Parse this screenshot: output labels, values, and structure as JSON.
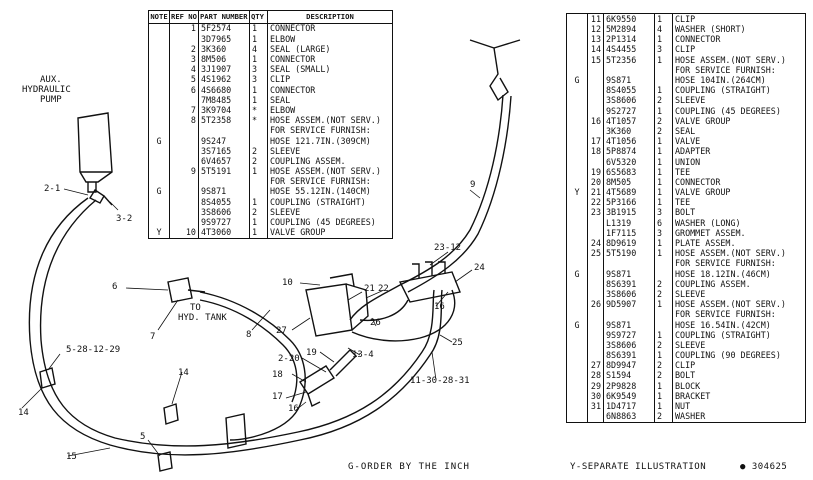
{
  "left_table": {
    "headers": {
      "note": "NOTE",
      "ref": "REF NO",
      "part": "PART NUMBER",
      "qty": "QTY",
      "desc": "DESCRIPTION"
    },
    "rows": [
      {
        "note": "",
        "ref": "1",
        "part": "5F2574",
        "qty": "1",
        "desc": "CONNECTOR"
      },
      {
        "note": "",
        "ref": "",
        "part": "3D7965",
        "qty": "1",
        "desc": "ELBOW"
      },
      {
        "note": "",
        "ref": "2",
        "part": "3K360",
        "qty": "4",
        "desc": "SEAL   (LARGE)"
      },
      {
        "note": "",
        "ref": "3",
        "part": "8M506",
        "qty": "1",
        "desc": "CONNECTOR"
      },
      {
        "note": "",
        "ref": "4",
        "part": "3J1907",
        "qty": "3",
        "desc": "SEAL   (SMALL)"
      },
      {
        "note": "",
        "ref": "5",
        "part": "4S1962",
        "qty": "3",
        "desc": "CLIP"
      },
      {
        "note": "",
        "ref": "6",
        "part": "4S6680",
        "qty": "1",
        "desc": "CONNECTOR"
      },
      {
        "note": "",
        "ref": "",
        "part": "7M8485",
        "qty": "1",
        "desc": "SEAL"
      },
      {
        "note": "",
        "ref": "7",
        "part": "3K9704",
        "qty": "*",
        "desc": "ELBOW"
      },
      {
        "note": "",
        "ref": "8",
        "part": "5T2358",
        "qty": "*",
        "desc": "HOSE   ASSEM.(NOT   SERV.)"
      },
      {
        "note": "",
        "ref": "",
        "part": "",
        "qty": "",
        "desc": "   FOR   SERVICE   FURNISH:"
      },
      {
        "note": "G",
        "ref": "",
        "part": "9S247",
        "qty": "",
        "desc": "   HOSE   121.7IN.(309CM)"
      },
      {
        "note": "",
        "ref": "",
        "part": "3S7165",
        "qty": "2",
        "desc": "   SLEEVE"
      },
      {
        "note": "",
        "ref": "",
        "part": "6V4657",
        "qty": "2",
        "desc": "   COUPLING   ASSEM."
      },
      {
        "note": "",
        "ref": "9",
        "part": "5T5191",
        "qty": "1",
        "desc": "HOSE   ASSEM.(NOT   SERV.)"
      },
      {
        "note": "",
        "ref": "",
        "part": "",
        "qty": "",
        "desc": "   FOR   SERVICE   FURNISH:"
      },
      {
        "note": "G",
        "ref": "",
        "part": "9S871",
        "qty": "",
        "desc": "   HOSE   55.12IN.(140CM)"
      },
      {
        "note": "",
        "ref": "",
        "part": "8S4055",
        "qty": "1",
        "desc": "   COUPLING   (STRAIGHT)"
      },
      {
        "note": "",
        "ref": "",
        "part": "3S8606",
        "qty": "2",
        "desc": "   SLEEVE"
      },
      {
        "note": "",
        "ref": "",
        "part": "9S9727",
        "qty": "1",
        "desc": "   COUPLING   (45   DEGREES)"
      },
      {
        "note": "Y",
        "ref": "10",
        "part": "4T3060",
        "qty": "1",
        "desc": "VALVE   GROUP"
      }
    ]
  },
  "right_table": {
    "rows": [
      {
        "note": "",
        "ref": "11",
        "part": "6K9550",
        "qty": "1",
        "desc": "CLIP"
      },
      {
        "note": "",
        "ref": "12",
        "part": "5M2894",
        "qty": "4",
        "desc": "WASHER   (SHORT)"
      },
      {
        "note": "",
        "ref": "13",
        "part": "2P1314",
        "qty": "1",
        "desc": "CONNECTOR"
      },
      {
        "note": "",
        "ref": "14",
        "part": "4S4455",
        "qty": "3",
        "desc": "CLIP"
      },
      {
        "note": "",
        "ref": "15",
        "part": "5T2356",
        "qty": "1",
        "desc": "HOSE   ASSEM.(NOT   SERV.)"
      },
      {
        "note": "",
        "ref": "",
        "part": "",
        "qty": "",
        "desc": "   FOR   SERVICE   FURNISH:"
      },
      {
        "note": "G",
        "ref": "",
        "part": "9S871",
        "qty": "",
        "desc": "   HOSE   104IN.(264CM)"
      },
      {
        "note": "",
        "ref": "",
        "part": "8S4055",
        "qty": "1",
        "desc": "   COUPLING   (STRAIGHT)"
      },
      {
        "note": "",
        "ref": "",
        "part": "3S8606",
        "qty": "2",
        "desc": "   SLEEVE"
      },
      {
        "note": "",
        "ref": "",
        "part": "9S2727",
        "qty": "1",
        "desc": "   COUPLING   (45   DEGREES)"
      },
      {
        "note": "",
        "ref": "16",
        "part": "4T1057",
        "qty": "2",
        "desc": "VALVE   GROUP"
      },
      {
        "note": "",
        "ref": "",
        "part": "3K360",
        "qty": "2",
        "desc": "   SEAL"
      },
      {
        "note": "",
        "ref": "17",
        "part": "4T1056",
        "qty": "1",
        "desc": "VALVE"
      },
      {
        "note": "",
        "ref": "18",
        "part": "5P8874",
        "qty": "1",
        "desc": "ADAPTER"
      },
      {
        "note": "",
        "ref": "",
        "part": "6V5320",
        "qty": "1",
        "desc": "UNION"
      },
      {
        "note": "",
        "ref": "19",
        "part": "6S5683",
        "qty": "1",
        "desc": "TEE"
      },
      {
        "note": "",
        "ref": "20",
        "part": "8M505",
        "qty": "1",
        "desc": "CONNECTOR"
      },
      {
        "note": "Y",
        "ref": "21",
        "part": "4T5689",
        "qty": "1",
        "desc": "VALVE   GROUP"
      },
      {
        "note": "",
        "ref": "22",
        "part": "5P3166",
        "qty": "1",
        "desc": "TEE"
      },
      {
        "note": "",
        "ref": "23",
        "part": "3B1915",
        "qty": "3",
        "desc": "BOLT"
      },
      {
        "note": "",
        "ref": "",
        "part": "L1319",
        "qty": "6",
        "desc": "WASHER   (LONG)"
      },
      {
        "note": "",
        "ref": "",
        "part": "1F7115",
        "qty": "3",
        "desc": "GROMMET   ASSEM."
      },
      {
        "note": "",
        "ref": "24",
        "part": "8D9619",
        "qty": "1",
        "desc": "PLATE   ASSEM."
      },
      {
        "note": "",
        "ref": "25",
        "part": "5T5190",
        "qty": "1",
        "desc": "HOSE   ASSEM.(NOT   SERV.)"
      },
      {
        "note": "",
        "ref": "",
        "part": "",
        "qty": "",
        "desc": "   FOR   SERVICE   FURNISH:"
      },
      {
        "note": "G",
        "ref": "",
        "part": "9S871",
        "qty": "",
        "desc": "   HOSE   18.12IN.(46CM)"
      },
      {
        "note": "",
        "ref": "",
        "part": "8S6391",
        "qty": "2",
        "desc": "   COUPLING   ASSEM."
      },
      {
        "note": "",
        "ref": "",
        "part": "3S8606",
        "qty": "2",
        "desc": "   SLEEVE"
      },
      {
        "note": "",
        "ref": "26",
        "part": "9D5907",
        "qty": "1",
        "desc": "HOSE   ASSEM.(NOT   SERV.)"
      },
      {
        "note": "",
        "ref": "",
        "part": "",
        "qty": "",
        "desc": "   FOR   SERVICE   FURNISH:"
      },
      {
        "note": "G",
        "ref": "",
        "part": "9S871",
        "qty": "",
        "desc": "   HOSE   16.54IN.(42CM)"
      },
      {
        "note": "",
        "ref": "",
        "part": "9S9727",
        "qty": "1",
        "desc": "   COUPLING   (STRAIGHT)"
      },
      {
        "note": "",
        "ref": "",
        "part": "3S8606",
        "qty": "2",
        "desc": "   SLEEVE"
      },
      {
        "note": "",
        "ref": "",
        "part": "8S6391",
        "qty": "1",
        "desc": "   COUPLING   (90   DEGREES)"
      },
      {
        "note": "",
        "ref": "27",
        "part": "8D9947",
        "qty": "2",
        "desc": "CLIP"
      },
      {
        "note": "",
        "ref": "28",
        "part": "S1594",
        "qty": "2",
        "desc": "BOLT"
      },
      {
        "note": "",
        "ref": "29",
        "part": "2P9828",
        "qty": "1",
        "desc": "BLOCK"
      },
      {
        "note": "",
        "ref": "30",
        "part": "6K9549",
        "qty": "1",
        "desc": "BRACKET"
      },
      {
        "note": "",
        "ref": "31",
        "part": "1D4717",
        "qty": "1",
        "desc": "NUT"
      },
      {
        "note": "",
        "ref": "",
        "part": "6N8863",
        "qty": "2",
        "desc": "WASHER"
      }
    ]
  },
  "diagram_labels": {
    "aux_pump_1": "AUX.",
    "aux_pump_2": "HYDRAULIC",
    "aux_pump_3": "PUMP",
    "hyd_tank_1": "TO",
    "hyd_tank_2": "HYD. TANK"
  },
  "callouts": {
    "c_2_1": "2-1",
    "c_3_2": "3-2",
    "c_9": "9",
    "c_5_28": "5-28-12-29",
    "c_6": "6",
    "c_7": "7",
    "c_8": "8",
    "c_10": "10",
    "c_21": "21",
    "c_22": "22",
    "c_23_12": "23-12",
    "c_24": "24",
    "c_16": "16",
    "c_25": "25",
    "c_26": "26",
    "c_27": "27",
    "c_13_4": "13-4",
    "c_2_20": "2-20",
    "c_19": "19",
    "c_18": "18",
    "c_17": "17",
    "c_16b": "16",
    "c_11_30": "11-30-28-31",
    "c_14a": "14",
    "c_14b": "14",
    "c_5": "5",
    "c_15": "15"
  },
  "footer": {
    "g_order": "G-ORDER   BY   THE   INCH",
    "y_sep": "Y-SEPARATE   ILLUSTRATION",
    "fig_no": "●   304625"
  }
}
